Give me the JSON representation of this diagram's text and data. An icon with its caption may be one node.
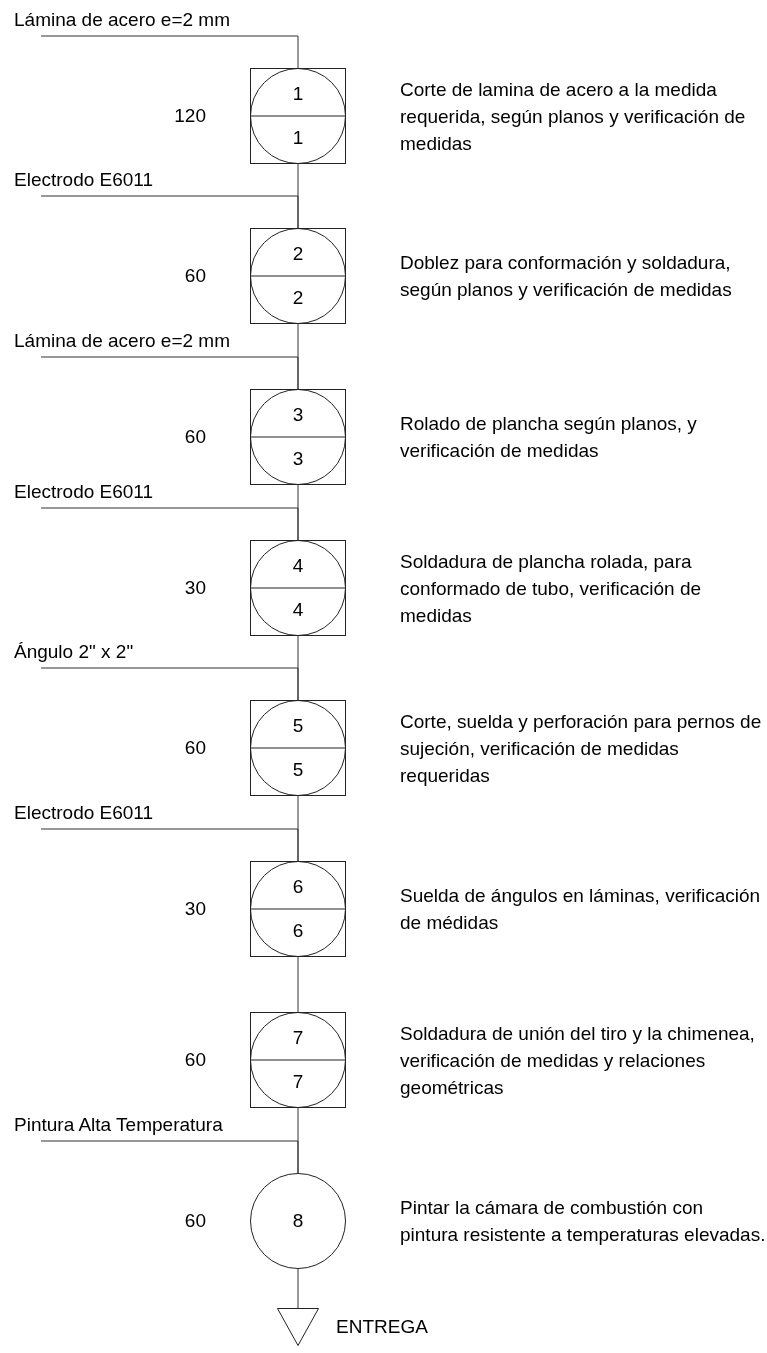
{
  "diagram": {
    "nodes": [
      {
        "text": [
          "Lámina de acero e=2 mm"
        ]
      },
      {
        "text": [
          "1",
          "1"
        ],
        "beside": [
          "120",
          "Corte de lamina de acero a la medida requerida, según planos y verificación de medidas"
        ]
      },
      {
        "text": [
          "Electrodo E6011"
        ]
      },
      {
        "text": [
          "2",
          "2"
        ],
        "beside": [
          "60",
          "Doblez para conformación y soldadura, según planos y verificación de medidas"
        ]
      },
      {
        "text": [
          "Lámina de acero e=2 mm"
        ]
      },
      {
        "text": [
          "3",
          "3"
        ],
        "beside": [
          "60",
          "Rolado de plancha según planos, y verificación de medidas"
        ]
      },
      {
        "text": [
          "Electrodo E6011"
        ]
      },
      {
        "text": [
          "4",
          "4"
        ],
        "beside": [
          "30",
          "Soldadura de plancha rolada, para conformado de tubo, verificación de medidas"
        ]
      },
      {
        "text": [
          "Ángulo 2\" x 2\""
        ]
      },
      {
        "text": [
          "5",
          "5"
        ],
        "beside": [
          "60",
          "Corte, suelda y perforación para pernos de sujeción, verificación de medidas requeridas"
        ]
      },
      {
        "text": [
          "Electrodo E6011"
        ]
      },
      {
        "text": [
          "6",
          "6"
        ],
        "beside": [
          "30",
          "Suelda de ángulos en láminas, verificación de médidas"
        ]
      },
      {
        "text": [
          "7",
          "7"
        ],
        "beside": [
          "60",
          "Soldadura de unión del tiro y la chimenea, verificación de medidas y relaciones geométricas"
        ]
      },
      {
        "text": [
          "Pintura Alta Temperatura"
        ]
      },
      {
        "text": [
          "8"
        ],
        "beside": [
          "60",
          "Pintar la cámara de combustión con pintura resistente a temperaturas elevadas."
        ]
      },
      {
        "text": [],
        "shape": "triangle",
        "beside": [
          "ENTREGA"
        ]
      }
    ],
    "edges": [
      {
        "from": 0,
        "to": 1,
        "arrow": "none"
      },
      {
        "from": 1,
        "to": 3,
        "arrow": "none"
      },
      {
        "from": 2,
        "to": 3,
        "arrow": "none"
      },
      {
        "from": 3,
        "to": 5,
        "arrow": "none"
      },
      {
        "from": 4,
        "to": 5,
        "arrow": "none"
      },
      {
        "from": 5,
        "to": 7,
        "arrow": "none"
      },
      {
        "from": 6,
        "to": 7,
        "arrow": "none"
      },
      {
        "from": 7,
        "to": 9,
        "arrow": "none"
      },
      {
        "from": 8,
        "to": 9,
        "arrow": "none"
      },
      {
        "from": 9,
        "to": 11,
        "arrow": "none"
      },
      {
        "from": 10,
        "to": 11,
        "arrow": "none"
      },
      {
        "from": 11,
        "to": 12,
        "arrow": "none"
      },
      {
        "from": 12,
        "to": 14,
        "arrow": "none"
      },
      {
        "from": 13,
        "to": 14,
        "arrow": "none"
      },
      {
        "from": 14,
        "to": 15,
        "arrow": "none"
      }
    ]
  }
}
